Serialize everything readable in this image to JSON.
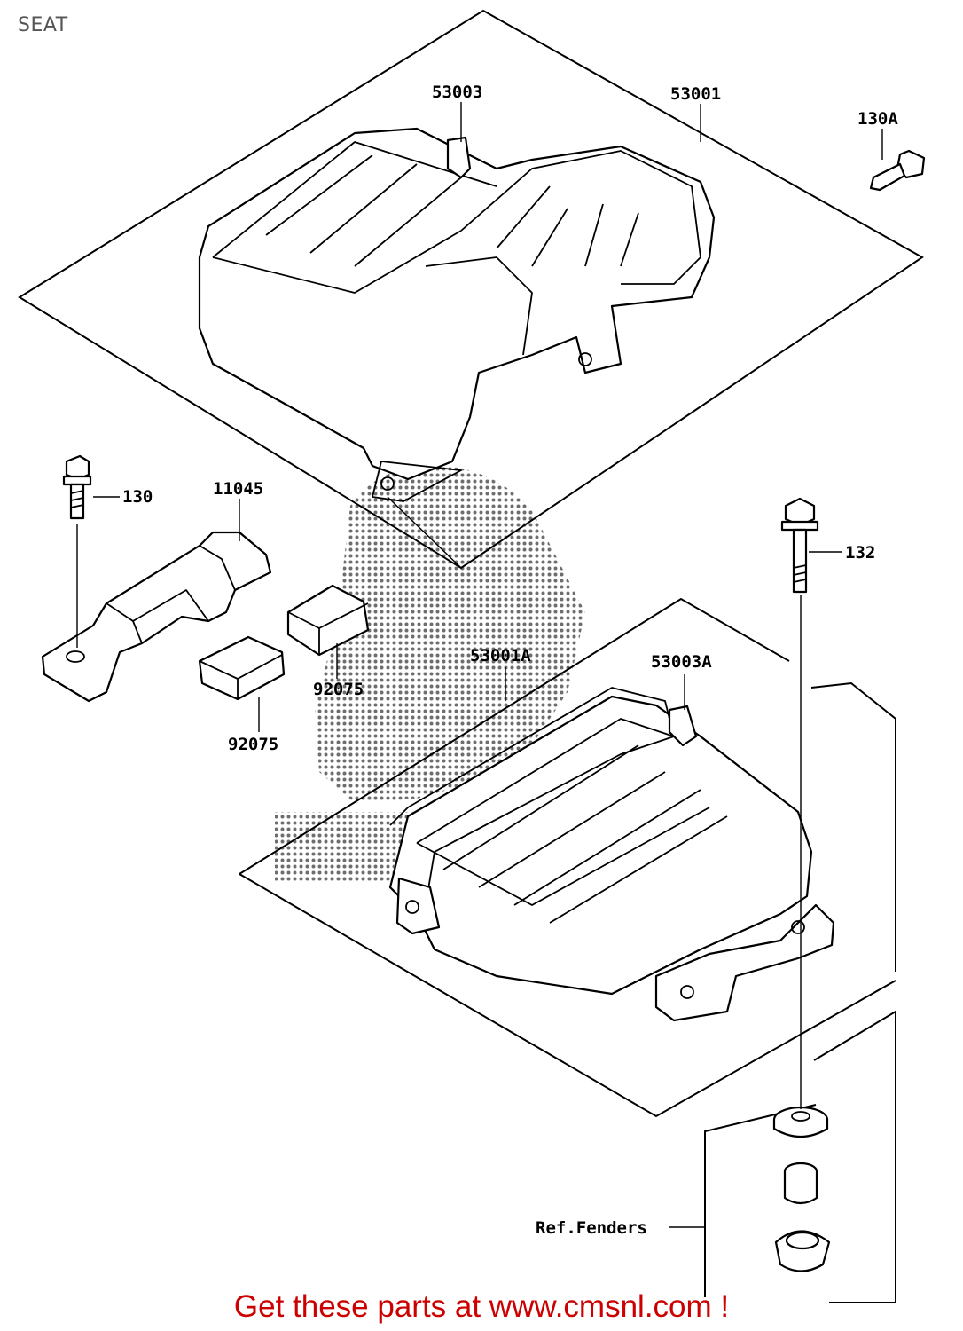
{
  "title": "SEAT",
  "footer": "Get these parts at www.cmsnl.com !",
  "colors": {
    "footer_text": "#cc0000",
    "title_text": "#555555",
    "line_art": "#000000"
  },
  "labels": {
    "p53003": "53003",
    "p53001": "53001",
    "p130A": "130A",
    "p130": "130",
    "p11045": "11045",
    "p132": "132",
    "p92075a": "92075",
    "p92075b": "92075",
    "p53001A": "53001A",
    "p53003A": "53003A",
    "ref_fenders": "Ref.Fenders"
  }
}
